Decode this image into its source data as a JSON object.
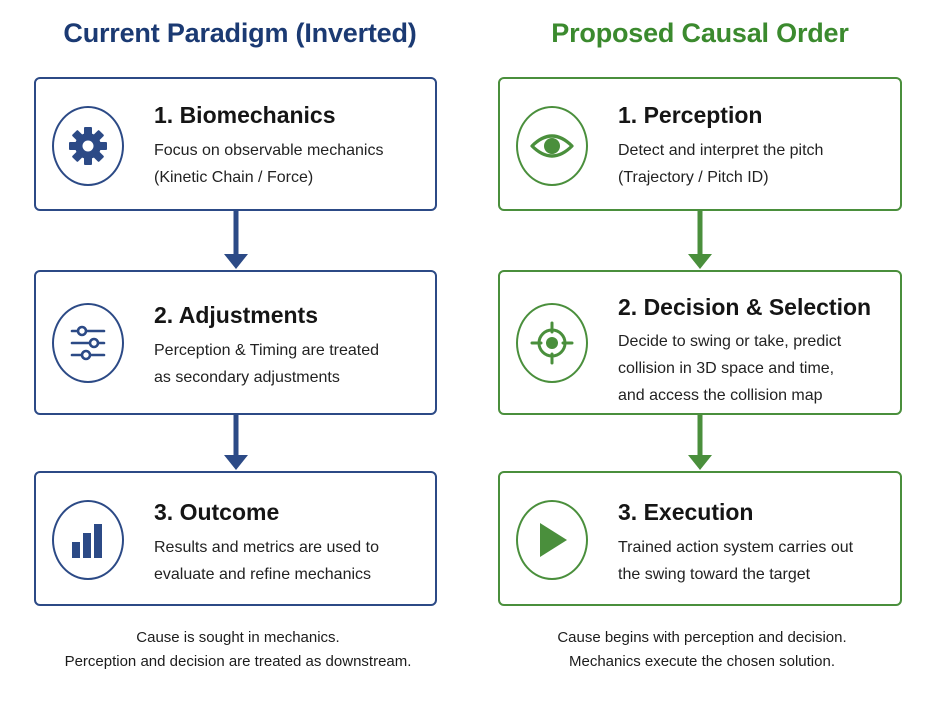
{
  "left": {
    "title": "Current Paradigm (Inverted)",
    "boxes": [
      {
        "title": "1. Biomechanics",
        "lines": [
          "Focus on observable mechanics",
          "(Kinetic Chain / Force)"
        ],
        "icon": "gear-icon"
      },
      {
        "title": "2. Adjustments",
        "lines": [
          "Perception & Timing are treated",
          "as secondary adjustments"
        ],
        "icon": "sliders-icon"
      },
      {
        "title": "3. Outcome",
        "lines": [
          "Results and metrics are used to",
          "evaluate and refine mechanics"
        ],
        "icon": "bar-chart-icon"
      }
    ],
    "caption": [
      "Cause is sought in mechanics.",
      "Perception and decision are treated as downstream."
    ]
  },
  "right": {
    "title": "Proposed Causal Order",
    "boxes": [
      {
        "title": "1. Perception",
        "lines": [
          "Detect and interpret the pitch",
          "(Trajectory / Pitch ID)"
        ],
        "icon": "eye-icon"
      },
      {
        "title": "2. Decision & Selection",
        "lines": [
          "Decide to swing or take, predict",
          "collision in 3D space and time,",
          "and access the collision map"
        ],
        "icon": "target-icon"
      },
      {
        "title": "3. Execution",
        "lines": [
          "Trained action system carries out",
          "the swing toward the target"
        ],
        "icon": "play-icon"
      }
    ],
    "caption": [
      "Cause begins with perception and decision.",
      "Mechanics execute the chosen solution."
    ]
  },
  "colors": {
    "blue": "#2c4a86",
    "blue_dark": "#1b3a73",
    "green": "#4a8f3c",
    "green_title": "#3b8a2e"
  }
}
